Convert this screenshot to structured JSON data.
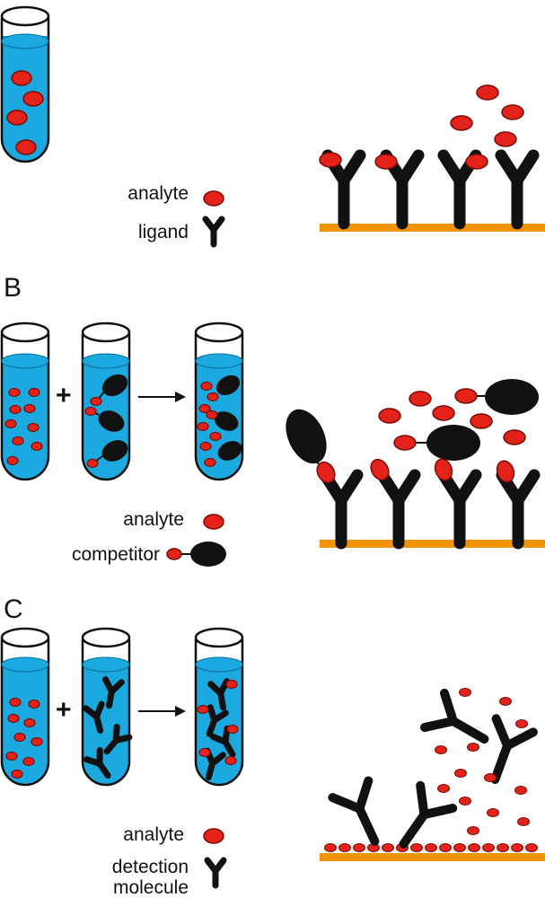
{
  "colors": {
    "liquid": "#1ba9e0",
    "analyte_fill": "#e32219",
    "analyte_stroke": "#7a0d08",
    "black": "#111111",
    "surface": "#f29400",
    "tube_outline": "#111111"
  },
  "panel_a": {
    "legend": {
      "analyte": "analyte",
      "ligand": "ligand"
    }
  },
  "panel_b": {
    "letter": "B",
    "plus": "+",
    "legend": {
      "analyte": "analyte",
      "competitor": "competitor"
    }
  },
  "panel_c": {
    "letter": "C",
    "plus": "+",
    "legend": {
      "analyte": "analyte",
      "detection_line1": "detection",
      "detection_line2": "molecule"
    }
  }
}
